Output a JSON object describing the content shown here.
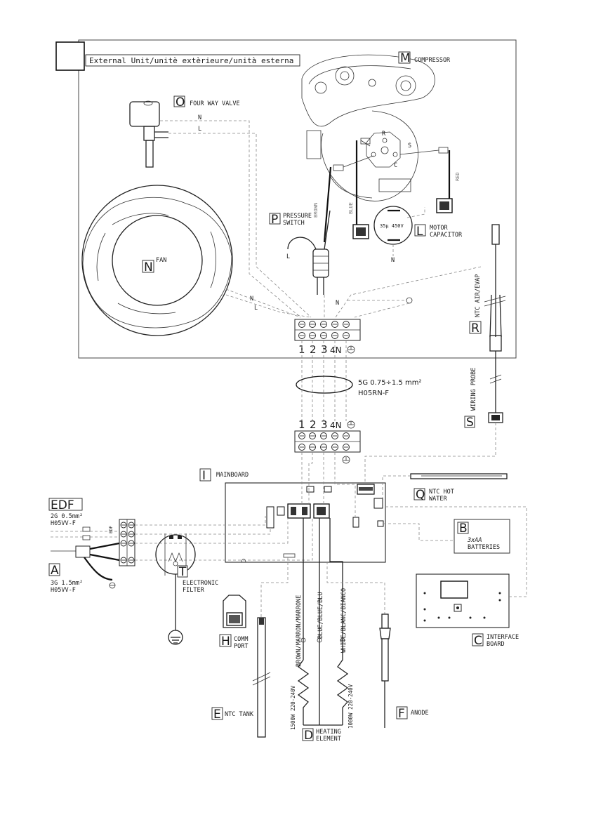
{
  "header": {
    "title": "External Unit/unitè extèrieure/unità esterna"
  },
  "components": {
    "M": {
      "code": "M",
      "label": "COMPRESSOR"
    },
    "O": {
      "code": "O",
      "label": "FOUR WAY VALVE"
    },
    "P": {
      "code": "P",
      "label_1": "PRESSURE",
      "label_2": "SWITCH"
    },
    "N": {
      "code": "N",
      "label": "FAN"
    },
    "L": {
      "code": "L",
      "label_1": "MOTOR",
      "label_2": "CAPACITOR"
    },
    "R": {
      "code": "R",
      "label": "NTC AIR/EVAP"
    },
    "S": {
      "code": "S",
      "label": "WIRING PROBE"
    },
    "I": {
      "code": "I",
      "label": "MAINBOARD"
    },
    "Q": {
      "code": "Q",
      "label_1": "NTC HOT",
      "label_2": "WATER"
    },
    "B": {
      "code": "B",
      "label_1": "3xAA",
      "label_2": "BATTERIES"
    },
    "EDF": {
      "code": "EDF",
      "spec_1": "2G 0.5mm²",
      "spec_2": "H05VV-F"
    },
    "A": {
      "code": "A",
      "spec_1": "3G 1.5mm²",
      "spec_2": "H05VV-F"
    },
    "T": {
      "code": "T",
      "label_1": "ELECTRONIC",
      "label_2": "FILTER"
    },
    "H": {
      "code": "H",
      "label_1": "COMM",
      "label_2": "PORT"
    },
    "C": {
      "code": "C",
      "label_1": "INTERFACE",
      "label_2": "BOARD"
    },
    "E": {
      "code": "E",
      "label": "NTC TANK"
    },
    "D": {
      "code": "D",
      "label_1": "HEATING",
      "label_2": "ELEMENT"
    },
    "F": {
      "code": "F",
      "label": "ANODE"
    }
  },
  "cable": {
    "spec_1": "5G 0.75÷1.5 mm²",
    "spec_2": "H05RN-F"
  },
  "terminals": {
    "t1": "1",
    "t2": "2",
    "t3": "3",
    "t4": "4N"
  },
  "wire_marks": {
    "n": "N",
    "l": "L",
    "r": "R",
    "s": "S",
    "c": "C",
    "brown": "BROWN",
    "blue": "BLUE",
    "red": "RED",
    "capacitor_rating": "35μ 450V",
    "edf_tag": "EDF",
    "w_brown": "BROWN/MARRON/MARRONE",
    "w_blue": "BLUE/BLUE/BLU",
    "w_white": "WHITE/BLANC/BIANCO",
    "heater_1": "1500W 220-240V",
    "heater_2": "1000W 220-240V"
  }
}
